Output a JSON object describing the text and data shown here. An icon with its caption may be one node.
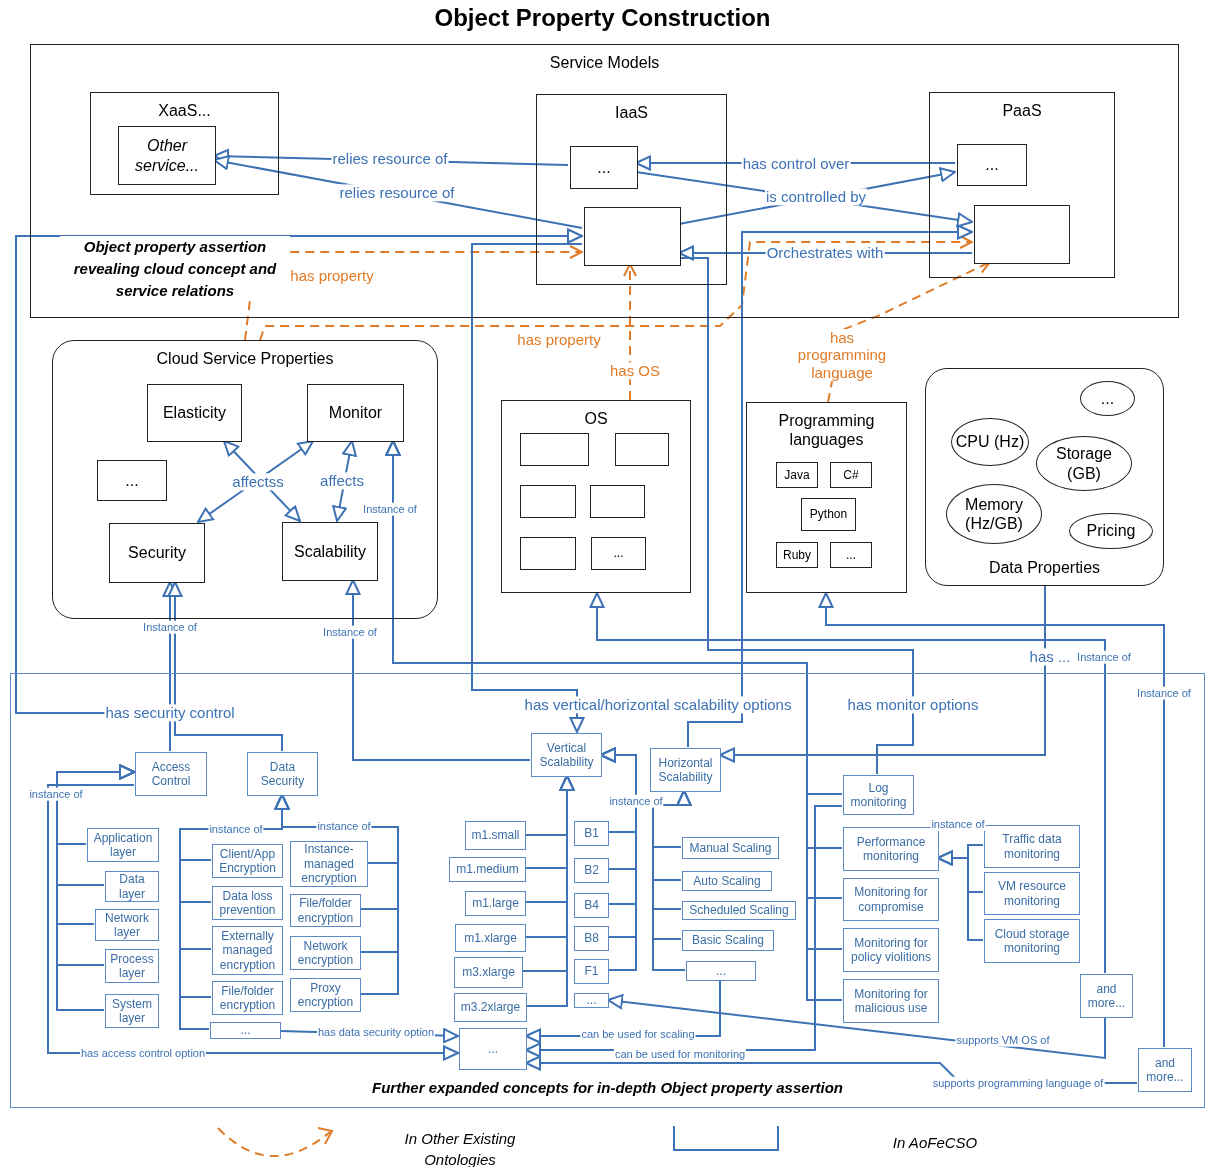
{
  "diagram": {
    "title": "Object Property Construction",
    "nodes": [
      {
        "text": [
          "Service Models"
        ]
      },
      {
        "text": [
          "XaaS..."
        ],
        "in": 0
      },
      {
        "text": [
          "Other service..."
        ],
        "in": 1
      },
      {
        "text": [
          "IaaS"
        ],
        "in": 0
      },
      {
        "text": [
          "..."
        ],
        "in": 3
      },
      {
        "text": [],
        "shape": "box",
        "in": 3
      },
      {
        "text": [
          "PaaS"
        ],
        "in": 0
      },
      {
        "text": [
          "..."
        ],
        "in": 6
      },
      {
        "text": [],
        "shape": "box",
        "in": 6
      },
      {
        "text": [
          "Cloud Service Properties"
        ]
      },
      {
        "text": [
          "Elasticity"
        ],
        "in": 9
      },
      {
        "text": [
          "Monitor"
        ],
        "in": 9
      },
      {
        "text": [
          "..."
        ],
        "in": 9
      },
      {
        "text": [
          "Security"
        ],
        "in": 9
      },
      {
        "text": [
          "Scalability"
        ],
        "in": 9
      },
      {
        "text": [
          "OS"
        ]
      },
      {
        "text": [],
        "shape": "box",
        "in": 15
      },
      {
        "text": [],
        "shape": "box",
        "in": 15
      },
      {
        "text": [],
        "shape": "box",
        "in": 15
      },
      {
        "text": [],
        "shape": "box",
        "in": 15
      },
      {
        "text": [],
        "shape": "box",
        "in": 15
      },
      {
        "text": [
          "..."
        ],
        "in": 15
      },
      {
        "text": [
          "Programming languages"
        ]
      },
      {
        "text": [
          "Java"
        ],
        "in": 22
      },
      {
        "text": [
          "C#"
        ],
        "in": 22
      },
      {
        "text": [
          "Python"
        ],
        "in": 22
      },
      {
        "text": [
          "Ruby"
        ],
        "in": 22
      },
      {
        "text": [
          "..."
        ],
        "in": 22
      },
      {
        "text": [
          "Data Properties"
        ]
      },
      {
        "text": [
          "..."
        ],
        "in": 28
      },
      {
        "text": [
          "CPU (Hz)"
        ],
        "in": 28
      },
      {
        "text": [
          "Storage (GB)"
        ],
        "in": 28
      },
      {
        "text": [
          "Memory (Hz/GB)"
        ],
        "in": 28
      },
      {
        "text": [
          "Pricing"
        ],
        "in": 28
      },
      {
        "text": [
          "Further expanded concepts for in-depth Object property assertion"
        ]
      },
      {
        "text": [
          "Access Control"
        ],
        "in": 34
      },
      {
        "text": [
          "Data Security"
        ],
        "in": 34
      },
      {
        "text": [
          "Application layer"
        ],
        "in": 34
      },
      {
        "text": [
          "Data layer"
        ],
        "in": 34
      },
      {
        "text": [
          "Network layer"
        ],
        "in": 34
      },
      {
        "text": [
          "Process layer"
        ],
        "in": 34
      },
      {
        "text": [
          "System layer"
        ],
        "in": 34
      },
      {
        "text": [
          "Client/App Encryption"
        ],
        "in": 34
      },
      {
        "text": [
          "Data loss prevention"
        ],
        "in": 34
      },
      {
        "text": [
          "Externally managed encryption"
        ],
        "in": 34
      },
      {
        "text": [
          "File/folder encryption"
        ],
        "in": 34
      },
      {
        "text": [
          "..."
        ],
        "in": 34
      },
      {
        "text": [
          "Instance-managed encryption"
        ],
        "in": 34
      },
      {
        "text": [
          "File/folder encryption"
        ],
        "in": 34
      },
      {
        "text": [
          "Network encryption"
        ],
        "in": 34
      },
      {
        "text": [
          "Proxy encryption"
        ],
        "in": 34
      },
      {
        "text": [
          "Vertical Scalability"
        ],
        "in": 34
      },
      {
        "text": [
          "Horizontal Scalability"
        ],
        "in": 34
      },
      {
        "text": [
          "m1.small"
        ],
        "in": 34
      },
      {
        "text": [
          "m1.medium"
        ],
        "in": 34
      },
      {
        "text": [
          "m1.large"
        ],
        "in": 34
      },
      {
        "text": [
          "m1.xlarge"
        ],
        "in": 34
      },
      {
        "text": [
          "m3.xlarge"
        ],
        "in": 34
      },
      {
        "text": [
          "m3.2xlarge"
        ],
        "in": 34
      },
      {
        "text": [
          "B1"
        ],
        "in": 34
      },
      {
        "text": [
          "B2"
        ],
        "in": 34
      },
      {
        "text": [
          "B4"
        ],
        "in": 34
      },
      {
        "text": [
          "B8"
        ],
        "in": 34
      },
      {
        "text": [
          "F1"
        ],
        "in": 34
      },
      {
        "text": [
          "..."
        ],
        "in": 34
      },
      {
        "text": [
          "Manual Scaling"
        ],
        "in": 34
      },
      {
        "text": [
          "Auto Scaling"
        ],
        "in": 34
      },
      {
        "text": [
          "Scheduled Scaling"
        ],
        "in": 34
      },
      {
        "text": [
          "Basic Scaling"
        ],
        "in": 34
      },
      {
        "text": [
          "..."
        ],
        "in": 34
      },
      {
        "text": [
          "Log monitoring"
        ],
        "in": 34
      },
      {
        "text": [
          "Performance monitoring"
        ],
        "in": 34
      },
      {
        "text": [
          "Monitoring for compromise"
        ],
        "in": 34
      },
      {
        "text": [
          "Monitoring for policy violitions"
        ],
        "in": 34
      },
      {
        "text": [
          "Monitoring for malicious use"
        ],
        "in": 34
      },
      {
        "text": [
          "Traffic data monitoring"
        ],
        "in": 34
      },
      {
        "text": [
          "VM resource monitoring"
        ],
        "in": 34
      },
      {
        "text": [
          "Cloud storage monitoring"
        ],
        "in": 34
      },
      {
        "text": [
          "..."
        ],
        "in": 34
      },
      {
        "text": [
          "and more..."
        ],
        "in": 34
      },
      {
        "text": [
          "and more..."
        ],
        "in": 34
      }
    ],
    "edges": [
      {
        "from": 4,
        "to": 2,
        "arrow": "to",
        "label": "relies resource of"
      },
      {
        "from": 5,
        "to": 2,
        "arrow": "to",
        "label": "relies resource of"
      },
      {
        "from": 7,
        "to": 4,
        "arrow": "to",
        "label": "has control over"
      },
      {
        "from": 4,
        "to": 8,
        "arrow": "to",
        "label": "is controlled by"
      },
      {
        "from": 5,
        "to": 7,
        "arrow": "to"
      },
      {
        "from": 8,
        "to": 5,
        "arrow": "to",
        "label": "Orchestrates with"
      },
      {
        "from": 9,
        "to": 5,
        "arrow": "to",
        "label": "has property",
        "style": "dashed",
        "color": "#e07b28"
      },
      {
        "from": 9,
        "to": 8,
        "arrow": "to",
        "label": "has property",
        "style": "dashed",
        "color": "#e07b28"
      },
      {
        "from": 15,
        "to": 5,
        "arrow": "to",
        "label": "has OS",
        "style": "dashed",
        "color": "#e07b28"
      },
      {
        "from": 22,
        "to": 8,
        "arrow": "to",
        "label": "has programming language",
        "style": "dashed",
        "color": "#e07b28"
      },
      {
        "from": 10,
        "to": 14,
        "arrow": "both",
        "label": "affectss"
      },
      {
        "from": 11,
        "to": 13,
        "arrow": "both"
      },
      {
        "from": 11,
        "to": 14,
        "arrow": "both",
        "label": "affects"
      },
      {
        "from": 35,
        "to": 5,
        "arrow": "to",
        "label": "has security control"
      },
      {
        "from": 35,
        "to": 13,
        "arrow": "to",
        "label": "Instance of"
      },
      {
        "from": 36,
        "to": 13,
        "arrow": "to"
      },
      {
        "from": 51,
        "to": 14,
        "arrow": "to",
        "label": "Instance of"
      },
      {
        "from": 5,
        "to": 51,
        "arrow": "to",
        "label": "has vertical/horizontal scalability options"
      },
      {
        "from": 52,
        "to": 8,
        "arrow": "to"
      },
      {
        "from": 53,
        "to": 51,
        "arrow": "to"
      },
      {
        "from": 54,
        "to": 51,
        "arrow": "to"
      },
      {
        "from": 55,
        "to": 51,
        "arrow": "to"
      },
      {
        "from": 56,
        "to": 51,
        "arrow": "to"
      },
      {
        "from": 57,
        "to": 51,
        "arrow": "to"
      },
      {
        "from": 58,
        "to": 51,
        "arrow": "to"
      },
      {
        "from": 59,
        "to": 51,
        "arrow": "to",
        "label": "instance of"
      },
      {
        "from": 60,
        "to": 51,
        "arrow": "to"
      },
      {
        "from": 61,
        "to": 51,
        "arrow": "to"
      },
      {
        "from": 62,
        "to": 51,
        "arrow": "to"
      },
      {
        "from": 63,
        "to": 51,
        "arrow": "to"
      },
      {
        "from": 65,
        "to": 52,
        "arrow": "to"
      },
      {
        "from": 66,
        "to": 52,
        "arrow": "to"
      },
      {
        "from": 67,
        "to": 52,
        "arrow": "to"
      },
      {
        "from": 68,
        "to": 52,
        "arrow": "to"
      },
      {
        "from": 69,
        "to": 52,
        "arrow": "to"
      },
      {
        "from": 70,
        "to": 11,
        "arrow": "to",
        "label": "Instance of"
      },
      {
        "from": 71,
        "to": 11,
        "arrow": "to"
      },
      {
        "from": 72,
        "to": 11,
        "arrow": "to"
      },
      {
        "from": 73,
        "to": 11,
        "arrow": "to"
      },
      {
        "from": 74,
        "to": 11,
        "arrow": "to"
      },
      {
        "from": 5,
        "to": 70,
        "arrow": "none",
        "label": "has monitor options"
      },
      {
        "from": 75,
        "to": 71,
        "arrow": "to",
        "label": "instance of"
      },
      {
        "from": 76,
        "to": 71,
        "arrow": "to"
      },
      {
        "from": 77,
        "to": 71,
        "arrow": "to"
      },
      {
        "from": 37,
        "to": 35,
        "arrow": "to",
        "label": "instance of"
      },
      {
        "from": 38,
        "to": 35,
        "arrow": "to"
      },
      {
        "from": 39,
        "to": 35,
        "arrow": "to"
      },
      {
        "from": 40,
        "to": 35,
        "arrow": "to"
      },
      {
        "from": 41,
        "to": 35,
        "arrow": "to"
      },
      {
        "from": 42,
        "to": 36,
        "arrow": "to",
        "label": "instance of"
      },
      {
        "from": 43,
        "to": 36,
        "arrow": "to"
      },
      {
        "from": 44,
        "to": 36,
        "arrow": "to"
      },
      {
        "from": 45,
        "to": 36,
        "arrow": "to"
      },
      {
        "from": 46,
        "to": 36,
        "arrow": "to"
      },
      {
        "from": 47,
        "to": 36,
        "arrow": "to",
        "label": "instance of"
      },
      {
        "from": 48,
        "to": 36,
        "arrow": "to"
      },
      {
        "from": 49,
        "to": 36,
        "arrow": "to"
      },
      {
        "from": 50,
        "to": 36,
        "arrow": "to"
      },
      {
        "from": 46,
        "to": 78,
        "arrow": "to",
        "label": "has data security option"
      },
      {
        "from": 35,
        "to": 78,
        "arrow": "to",
        "label": "has access control option"
      },
      {
        "from": 69,
        "to": 78,
        "arrow": "to",
        "label": "can be used for scaling"
      },
      {
        "from": 70,
        "to": 78,
        "arrow": "to",
        "label": "can be used for monitoring"
      },
      {
        "from": 80,
        "to": 78,
        "arrow": "to",
        "label": "supports programming language of"
      },
      {
        "from": 79,
        "to": 64,
        "arrow": "to",
        "label": "supports VM OS of"
      },
      {
        "from": 79,
        "to": 15,
        "arrow": "to",
        "label": "Instance of"
      },
      {
        "from": 80,
        "to": 22,
        "arrow": "to",
        "label": "Instance of"
      },
      {
        "from": 28,
        "to": 52,
        "arrow": "to",
        "label": "has ..."
      }
    ],
    "labels": [
      "Object property assertion revealing cloud concept and service relations"
    ],
    "legend": [
      {
        "text": "In Other Existing Ontologies"
      },
      {
        "text": "In AoFeCSO"
      }
    ]
  }
}
